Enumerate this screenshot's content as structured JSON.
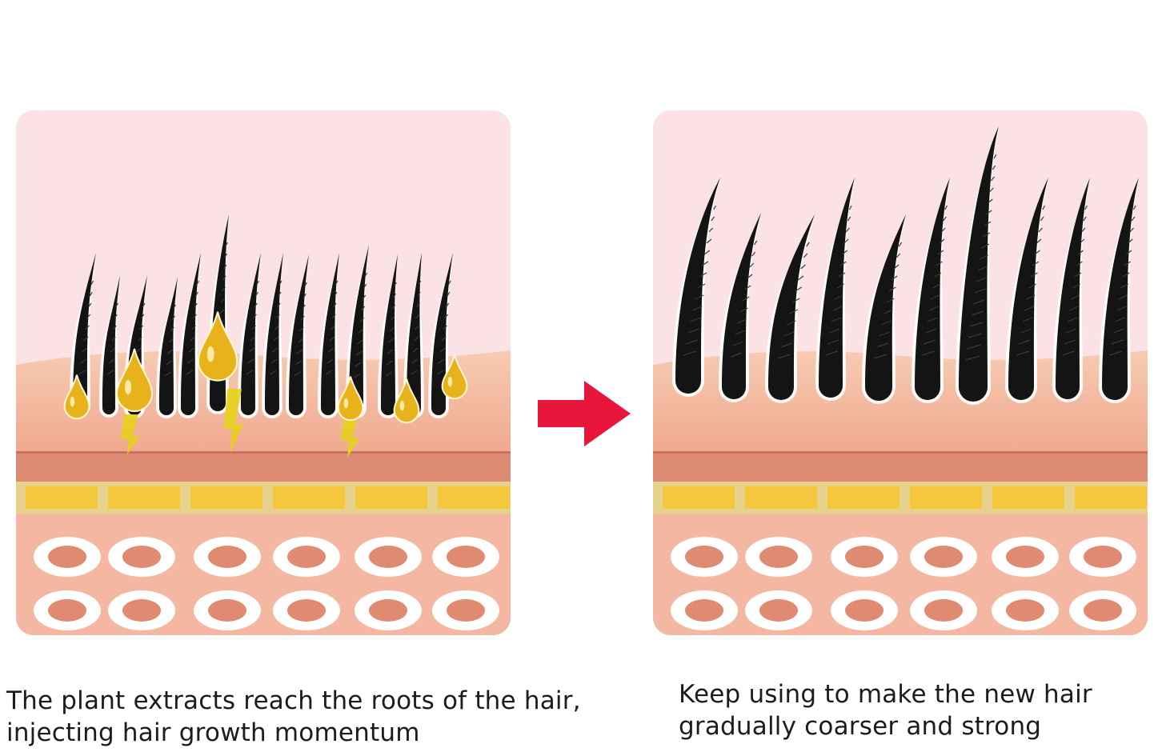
{
  "captions": {
    "left": {
      "line1": "The plant extracts reach the roots of the hair,",
      "line2": "injecting hair growth momentum"
    },
    "right": {
      "line1": "Keep using to make the new hair",
      "line2": "gradually coarser and strong"
    }
  },
  "icons": {
    "between_panels": "right-arrow-icon",
    "nutrient": "oil-droplet-icon"
  },
  "colors": {
    "sky": "#fbe2e5",
    "skin_top": "#f6cbb2",
    "skin_mid": "#f0a98f",
    "dermis_line": "#dd8a73",
    "fat_layer": "#f5c73c",
    "tissue": "#f3b7a2",
    "cell_ring": "#ffffff",
    "cell_core": "#e08a72",
    "hair": "#141414",
    "droplet": "#e8b21a",
    "arrow": "#e8163a"
  }
}
